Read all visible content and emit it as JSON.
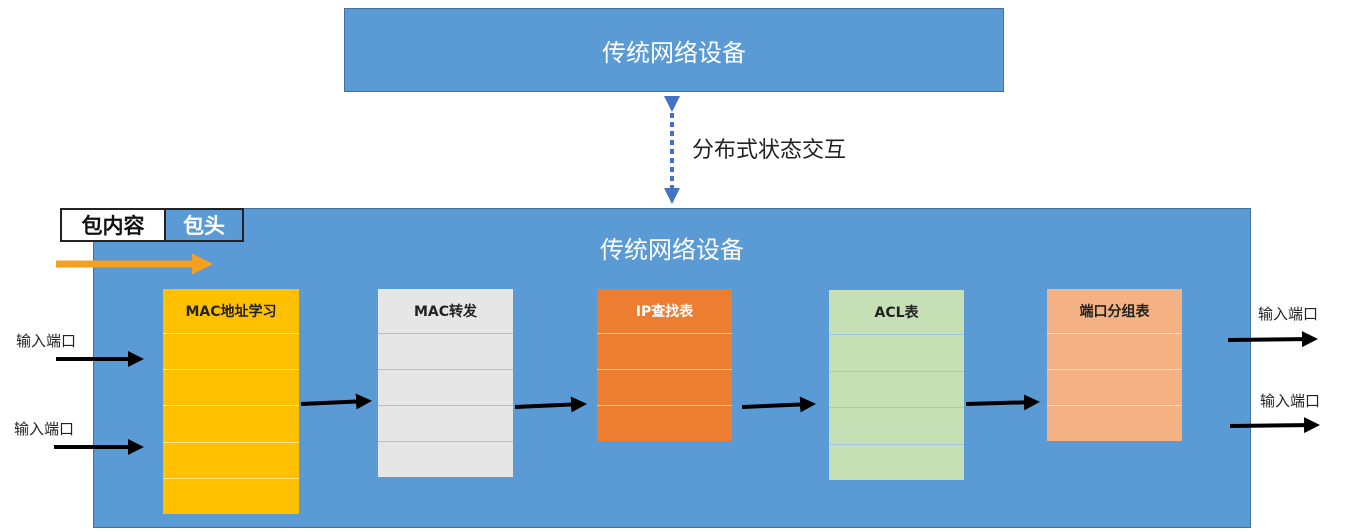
{
  "top_device": {
    "title": "传统网络设备"
  },
  "interaction": {
    "label": "分布式状态交互"
  },
  "main_device": {
    "title": "传统网络设备"
  },
  "legend": {
    "content": "包内容",
    "header": "包头"
  },
  "tables": [
    {
      "label": "MAC地址学习",
      "color": "#ffc000"
    },
    {
      "label": "MAC转发",
      "color": "#e7e6e6"
    },
    {
      "label": "IP查找表",
      "color": "#ed7d31"
    },
    {
      "label": "ACL表",
      "color": "#c5e0b4"
    },
    {
      "label": "端口分组表",
      "color": "#f4b183"
    }
  ],
  "input_ports": [
    "输入端口",
    "输入端口"
  ],
  "output_ports": [
    "输入端口",
    "输入端口"
  ],
  "colors": {
    "device_blue": "#5b9bd5",
    "flow_arrow": "#f5a01e",
    "dashed_arrow": "#4472c4"
  }
}
